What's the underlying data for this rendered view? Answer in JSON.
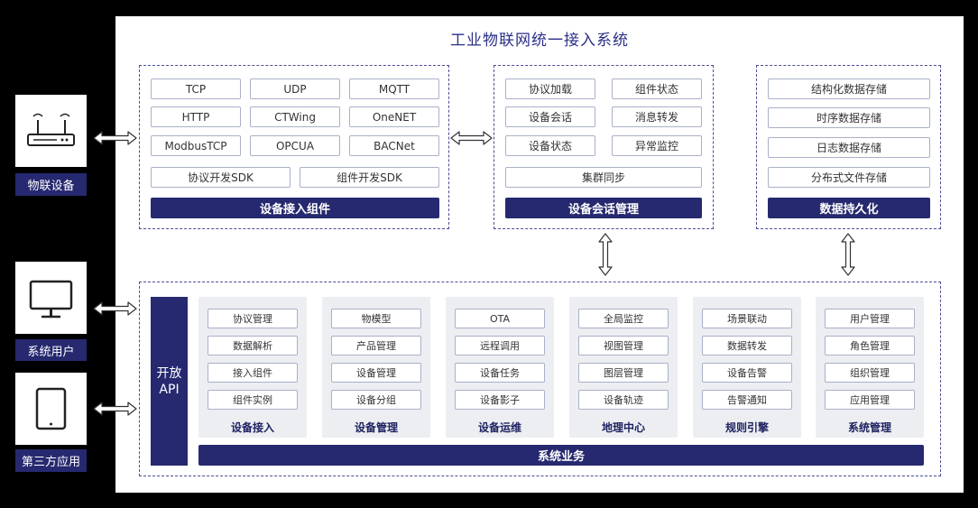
{
  "title": "工业物联网统一接入系统",
  "devices": [
    {
      "label": "物联设备",
      "icon": "router-icon"
    },
    {
      "label": "系统用户",
      "icon": "monitor-icon"
    },
    {
      "label": "第三方应用",
      "icon": "tablet-icon"
    }
  ],
  "access": {
    "protocols": [
      "TCP",
      "UDP",
      "MQTT",
      "HTTP",
      "CTWing",
      "OneNET",
      "ModbusTCP",
      "OPCUA",
      "BACNet"
    ],
    "sdks": [
      "协议开发SDK",
      "组件开发SDK"
    ],
    "label": "设备接入组件"
  },
  "session": {
    "items": [
      "协议加载",
      "组件状态",
      "设备会话",
      "消息转发",
      "设备状态",
      "异常监控"
    ],
    "cluster": "集群同步",
    "label": "设备会话管理"
  },
  "storage": {
    "items": [
      "结构化数据存储",
      "时序数据存储",
      "日志数据存储",
      "分布式文件存储"
    ],
    "label": "数据持久化"
  },
  "api": {
    "line1": "开放",
    "line2": "API"
  },
  "modules": [
    {
      "title": "设备接入",
      "items": [
        "协议管理",
        "数据解析",
        "接入组件",
        "组件实例"
      ]
    },
    {
      "title": "设备管理",
      "items": [
        "物模型",
        "产品管理",
        "设备管理",
        "设备分组"
      ]
    },
    {
      "title": "设备运维",
      "items": [
        "OTA",
        "远程调用",
        "设备任务",
        "设备影子"
      ]
    },
    {
      "title": "地理中心",
      "items": [
        "全局监控",
        "视图管理",
        "图层管理",
        "设备轨迹"
      ]
    },
    {
      "title": "规则引擎",
      "items": [
        "场景联动",
        "数据转发",
        "设备告警",
        "告警通知"
      ]
    },
    {
      "title": "系统管理",
      "items": [
        "用户管理",
        "角色管理",
        "组织管理",
        "应用管理"
      ]
    }
  ],
  "business": "系统业务"
}
